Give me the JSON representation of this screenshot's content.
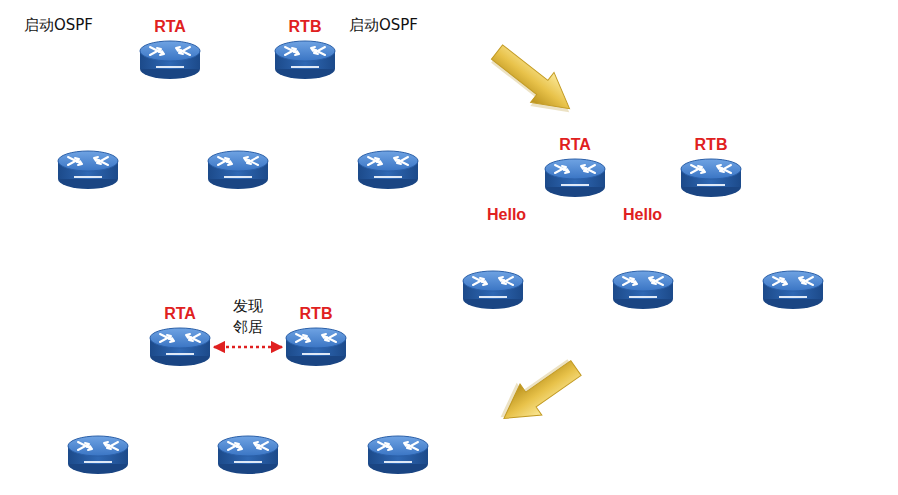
{
  "diagram": {
    "nodes": [
      {
        "text": [
          "RTA"
        ]
      },
      {
        "text": [
          "RTB"
        ]
      },
      {
        "text": [
          "RTA"
        ]
      },
      {
        "text": [
          "RTB"
        ]
      },
      {
        "text": [
          "RTA"
        ]
      },
      {
        "text": [
          "RTB"
        ]
      }
    ],
    "edges": [
      {
        "from": 4,
        "to": 5,
        "label": "发现 邻居",
        "arrow": "both"
      }
    ],
    "labels": [
      "启动OSPF",
      "启动OSPF",
      "Hello",
      "Hello"
    ]
  }
}
